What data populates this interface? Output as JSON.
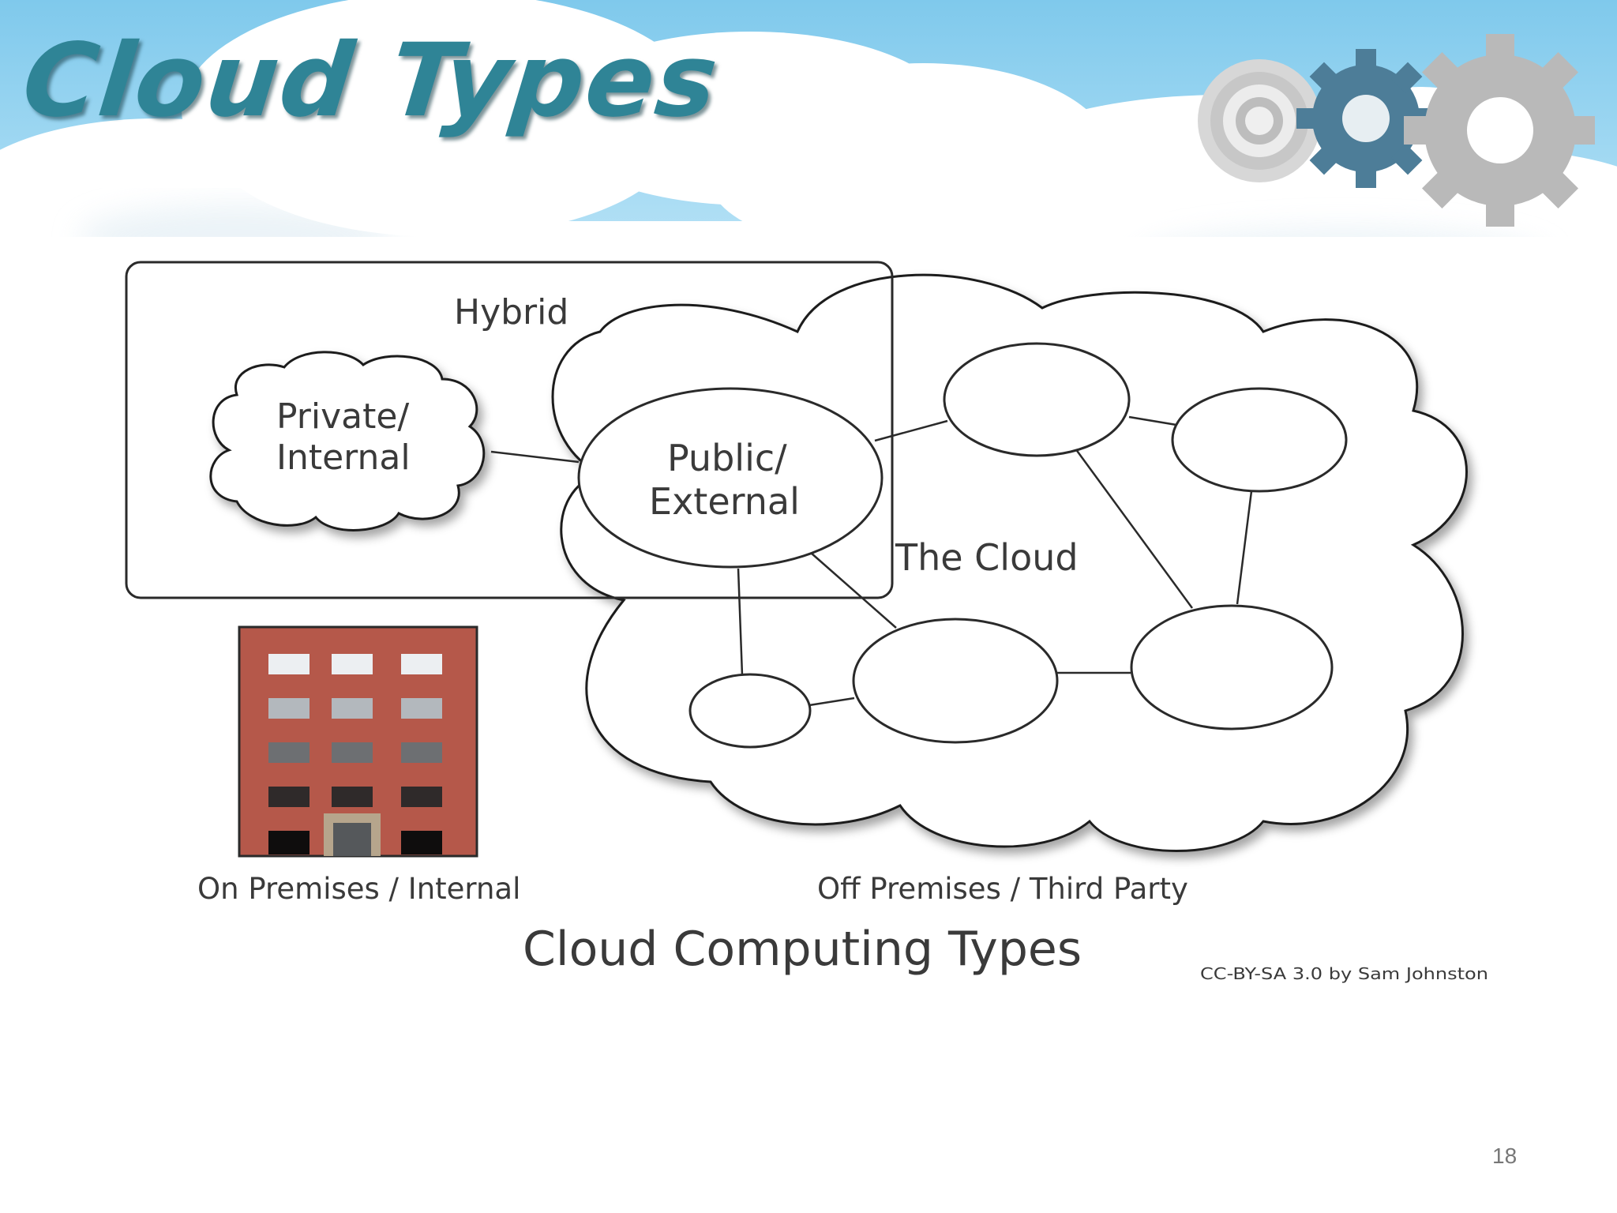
{
  "slide": {
    "title": "Cloud Types",
    "page_number": "18"
  },
  "diagram": {
    "hybrid_label": "Hybrid",
    "private_label_line1": "Private/",
    "private_label_line2": "Internal",
    "public_label_line1": "Public/",
    "public_label_line2": "External",
    "cloud_label": "The Cloud",
    "on_premises_label": "On Premises / Internal",
    "off_premises_label": "Off Premises / Third Party",
    "caption": "Cloud Computing Types",
    "credit": "CC-BY-SA 3.0 by Sam Johnston"
  },
  "colors": {
    "title": "#2f8496",
    "sky": "#8fd0ee",
    "building_brick": "#b5584a",
    "gear_blue": "#4d7d98",
    "gear_gray": "#b5b5b5"
  },
  "icons": [
    "gears-icon",
    "building-icon",
    "cloud-shape"
  ]
}
